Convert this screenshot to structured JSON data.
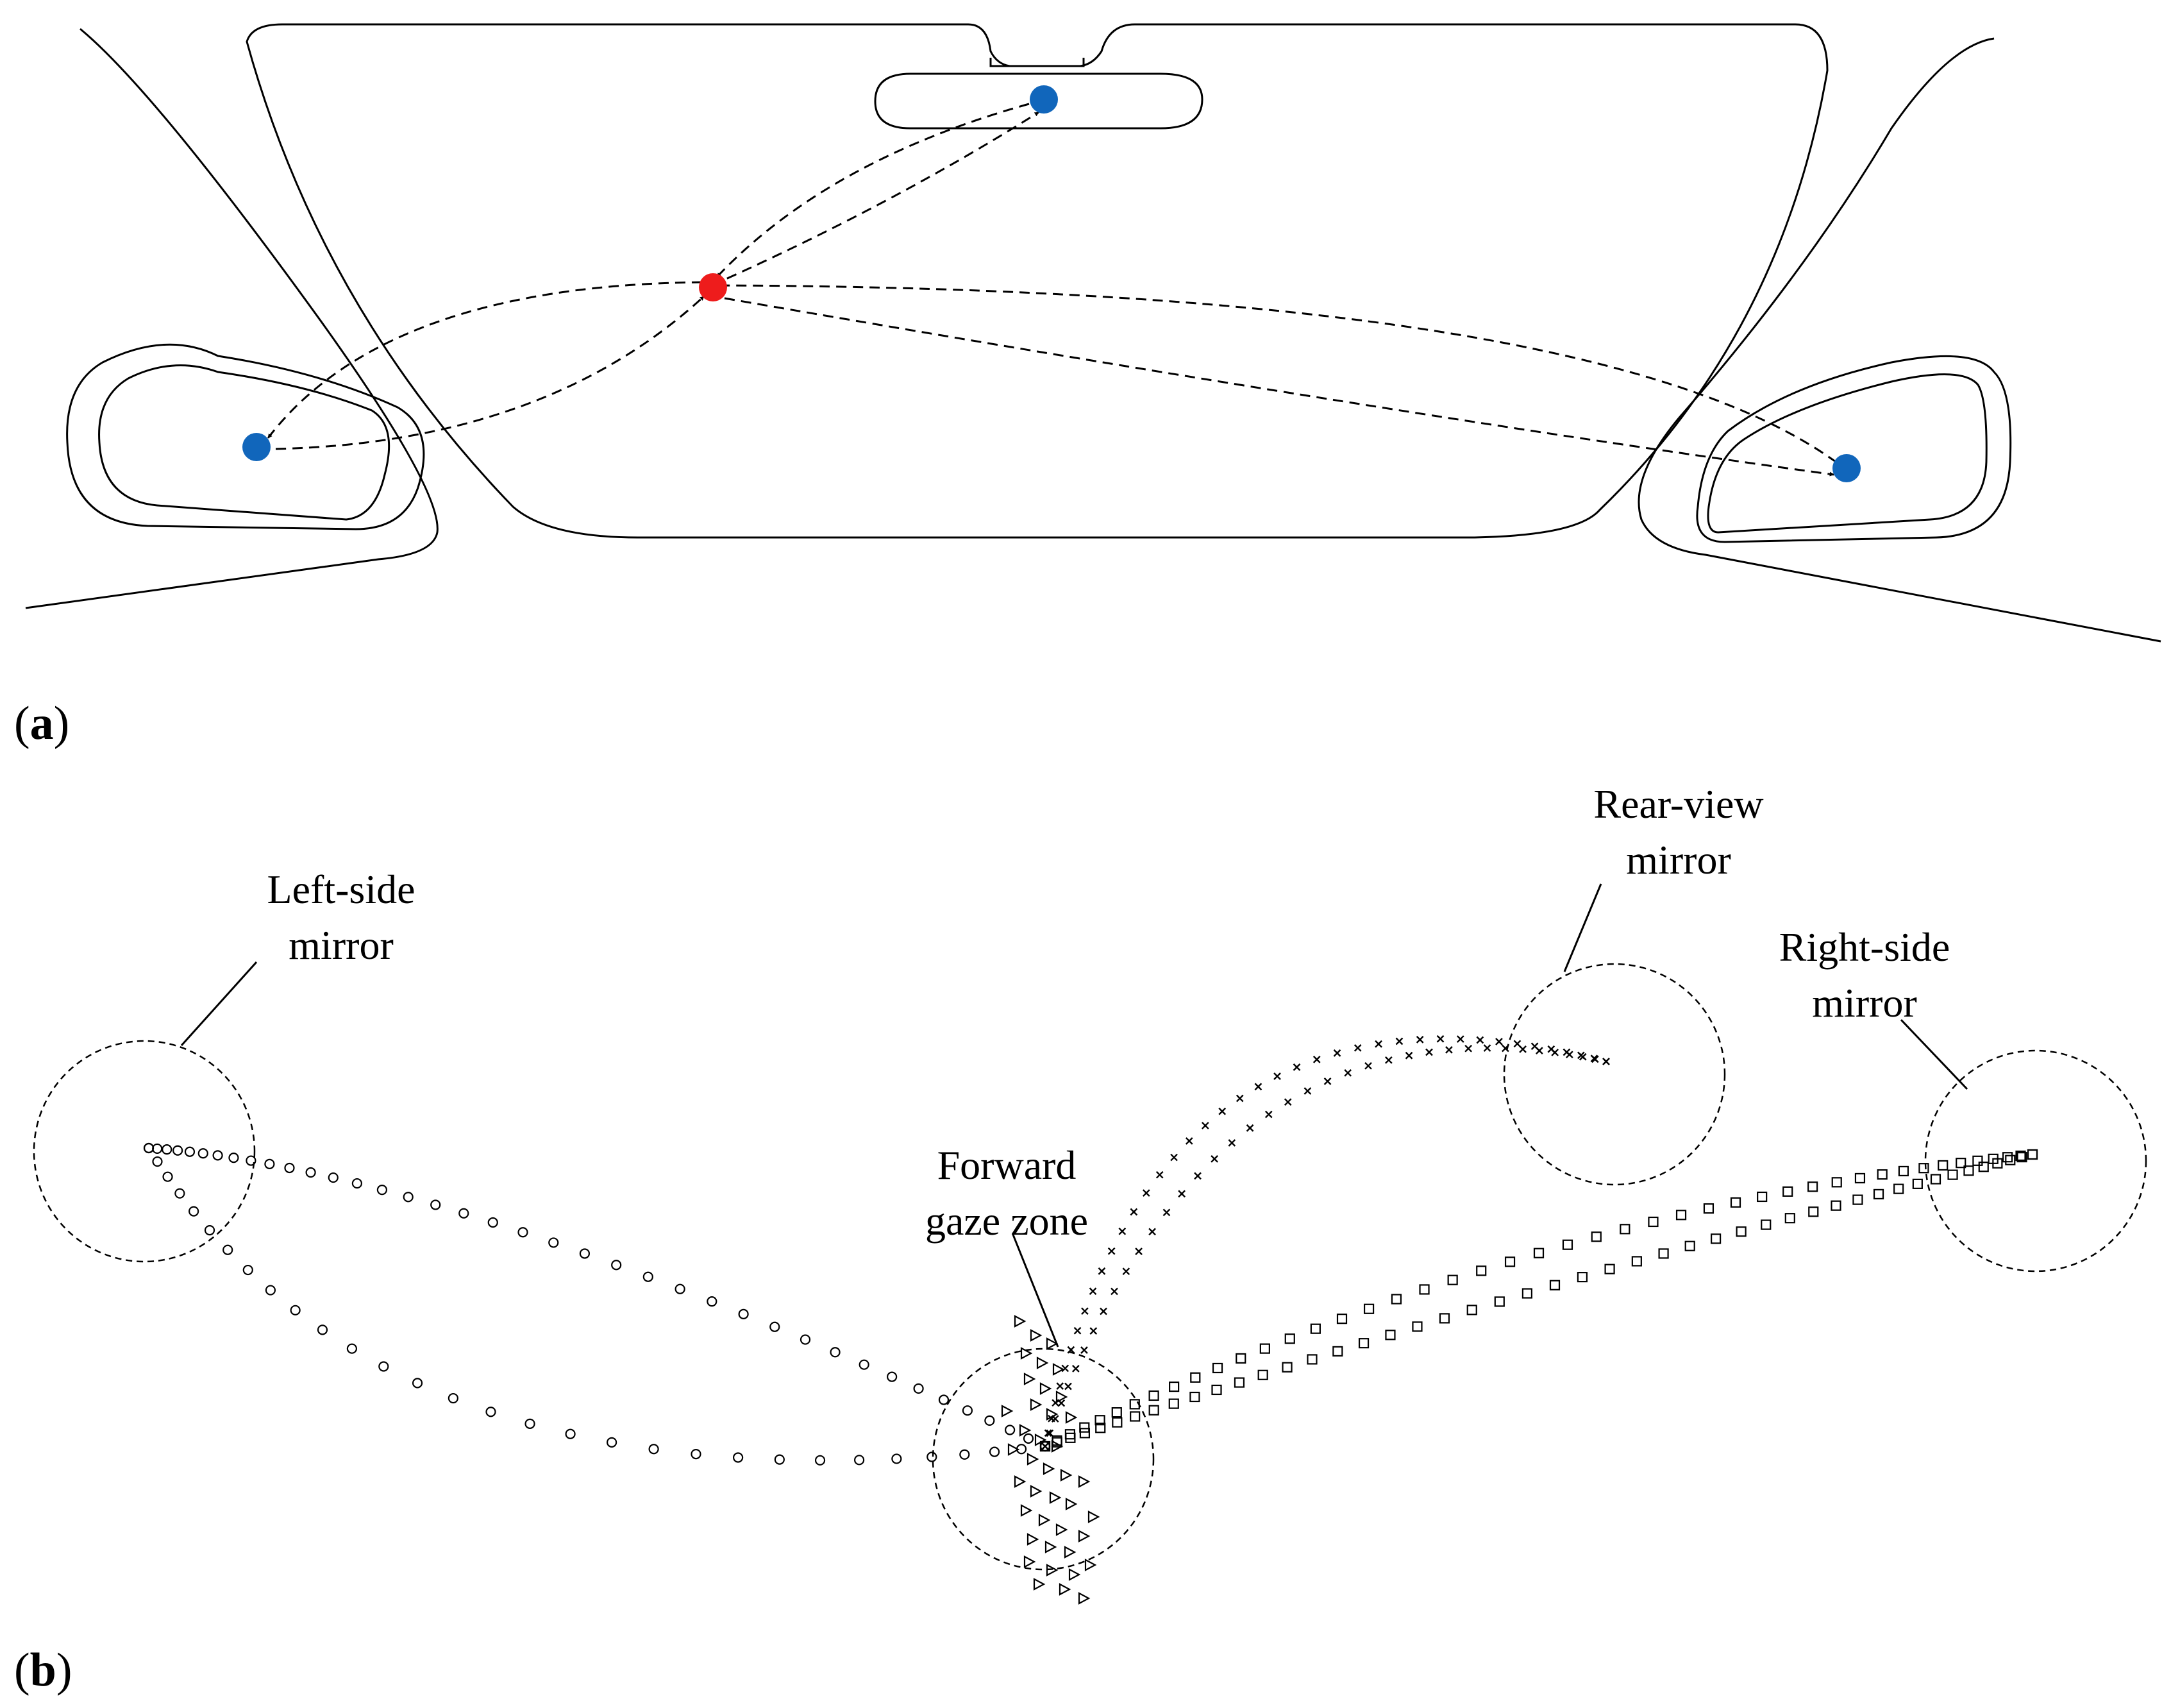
{
  "panel_a": {
    "label_paren_open": "(",
    "label_letter": "a",
    "label_paren_close": ")",
    "gaze_points": [
      {
        "name": "forward-gaze-point",
        "color": "#ee1c1c"
      },
      {
        "name": "rear-view-mirror-point",
        "color": "#1166bb"
      },
      {
        "name": "left-side-mirror-point",
        "color": "#1166bb"
      },
      {
        "name": "right-side-mirror-point",
        "color": "#1166bb"
      }
    ]
  },
  "panel_b": {
    "label_paren_open": "(",
    "label_letter": "b",
    "label_paren_close": ")",
    "zones": {
      "left_mirror": {
        "line1": "Left-side",
        "line2": "mirror"
      },
      "rear_view": {
        "line1": "Rear-view",
        "line2": "mirror"
      },
      "right_mirror": {
        "line1": "Right-side",
        "line2": "mirror"
      },
      "forward": {
        "line1": "Forward",
        "line2": "gaze zone"
      }
    },
    "markers": {
      "left_mirror": "circle",
      "rear_view": "cross",
      "right_mirror": "square",
      "forward": "triangle"
    }
  }
}
